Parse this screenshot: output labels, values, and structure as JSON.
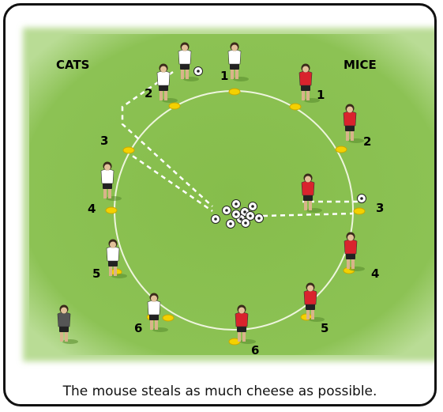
{
  "labels": {
    "left_team": "CATS",
    "right_team": "MICE"
  },
  "caption": "The mouse steals as much cheese as possible.",
  "colors": {
    "pitch": "#8dc152",
    "pitch_edge": "#b9dc95",
    "circle": "#eef5dd",
    "cats_shirt": "#ffffff",
    "mice_shirt": "#d9232d",
    "shorts": "#222222",
    "cone": "#f4d100",
    "coach": "#555555"
  },
  "numbers": {
    "cats": [
      "1",
      "2",
      "3",
      "4",
      "5",
      "6"
    ],
    "mice": [
      "1",
      "2",
      "3",
      "4",
      "5",
      "6"
    ]
  }
}
